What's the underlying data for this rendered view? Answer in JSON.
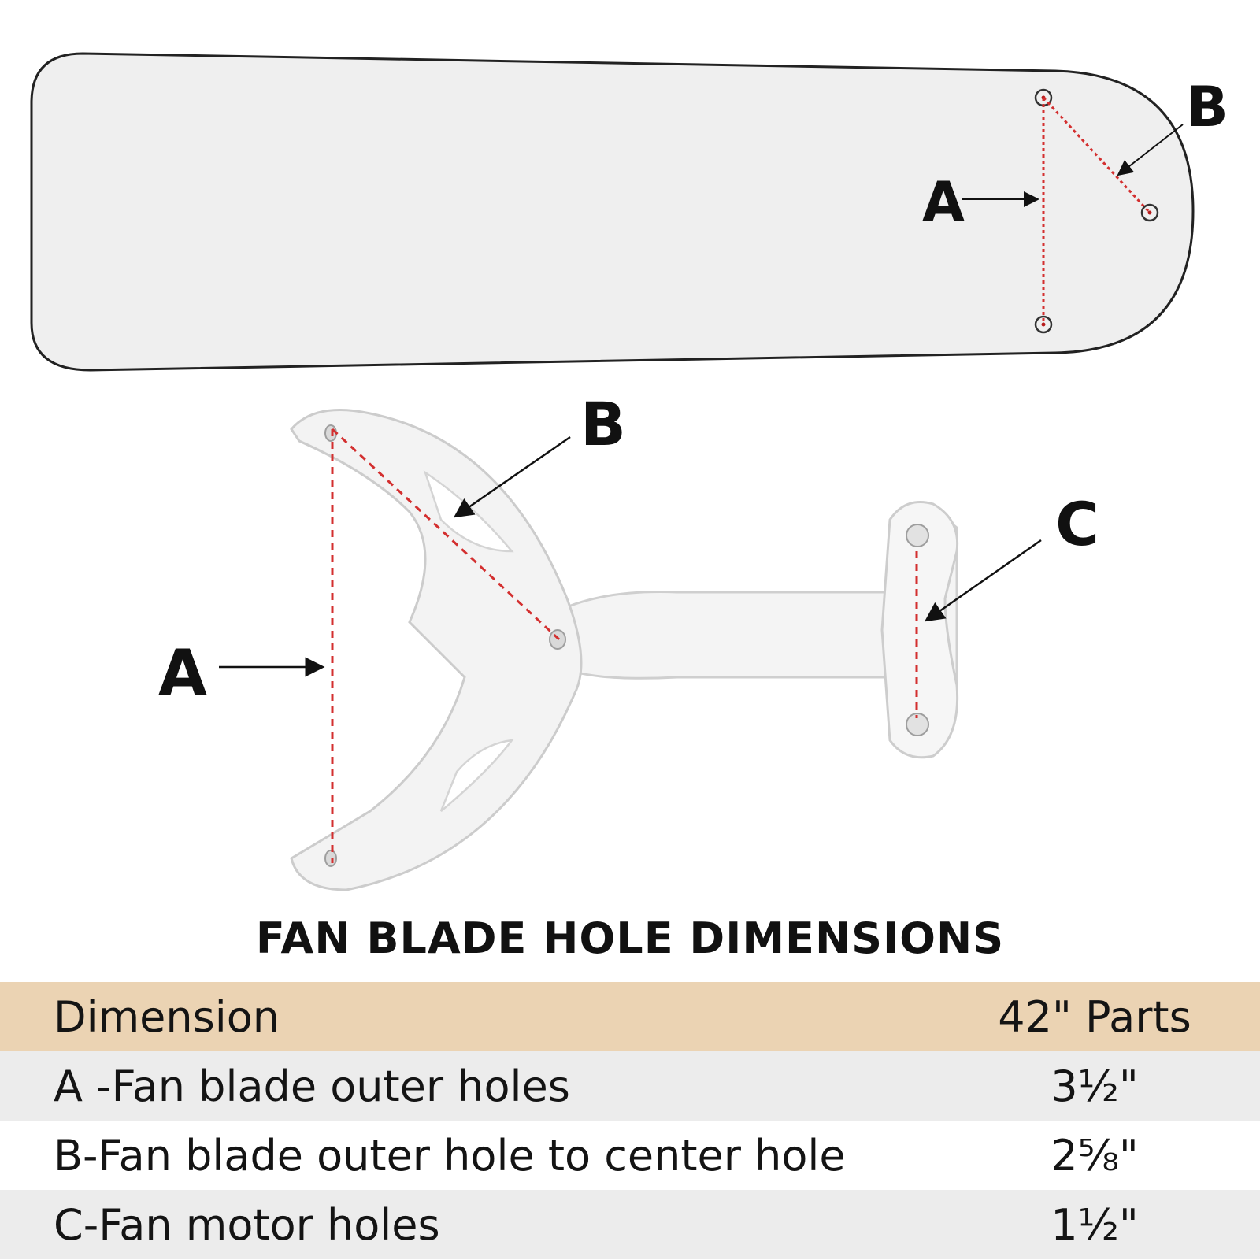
{
  "blade_labels": {
    "a": "A",
    "b": "B"
  },
  "bracket_labels": {
    "a": "A",
    "b": "B",
    "c": "C"
  },
  "title": "FAN BLADE HOLE DIMENSIONS",
  "table": {
    "header": {
      "dimension": "Dimension",
      "parts": "42\" Parts"
    },
    "rows": [
      {
        "dimension": "A -Fan blade outer holes",
        "value": "3½\""
      },
      {
        "dimension": "B-Fan blade outer hole to center hole",
        "value": "2⅝\""
      },
      {
        "dimension": "C-Fan motor holes",
        "value": "1½\""
      }
    ]
  },
  "colors": {
    "header_bg": "#ebd3b3",
    "row_alt_bg": "#ececec",
    "guide_line": "#d32f2f",
    "blade_fill": "#efefef"
  }
}
